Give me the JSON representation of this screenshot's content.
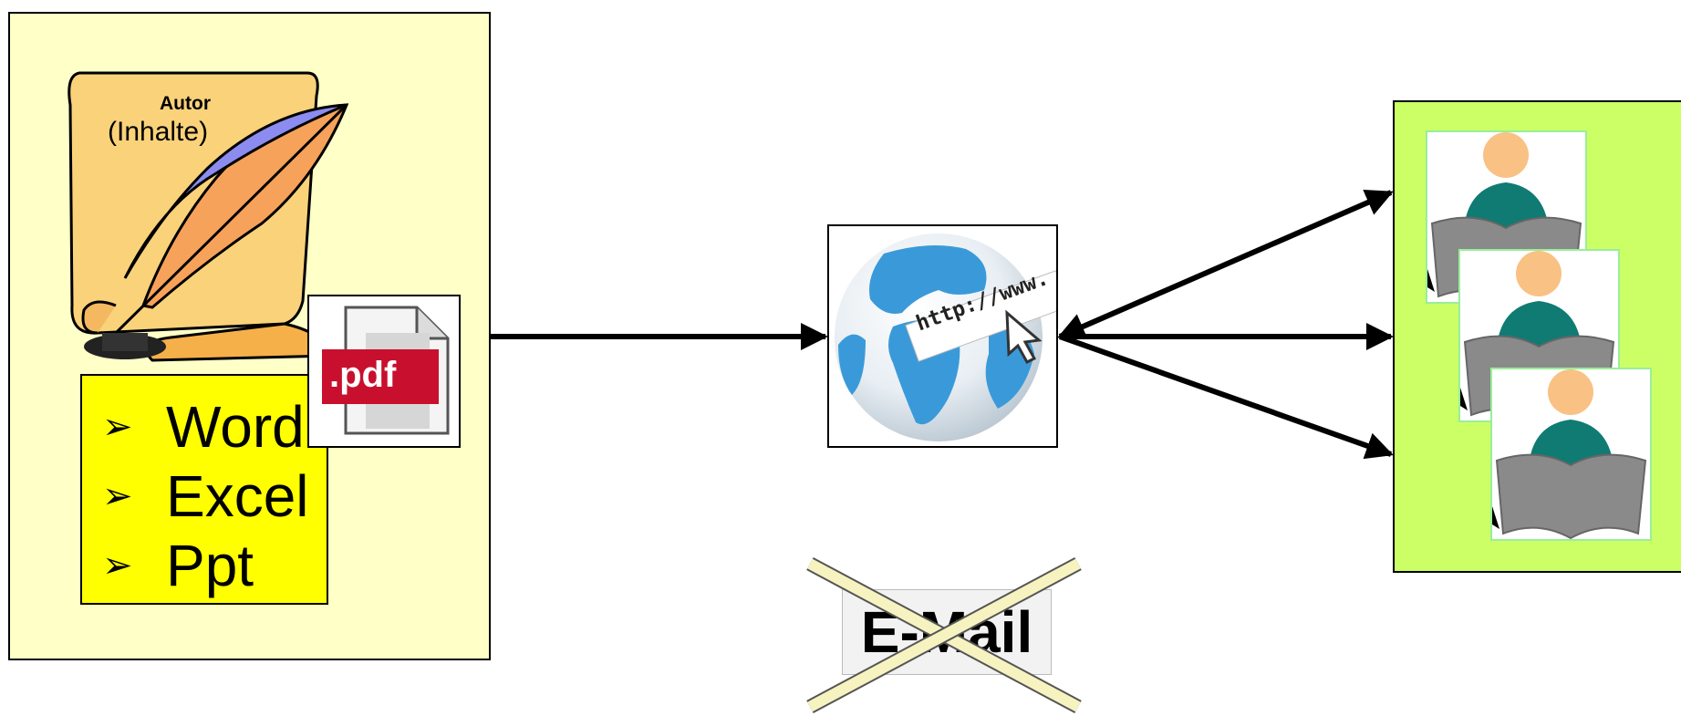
{
  "author": {
    "title": "Autor",
    "subtitle": "(Inhalte)",
    "formats": [
      "Word",
      "Excel",
      "Ppt"
    ],
    "format_bullet": "➢"
  },
  "pdf": {
    "label": ".pdf"
  },
  "web": {
    "url_text": "http://www."
  },
  "email": {
    "label": "E-Mail",
    "crossed_out": true
  },
  "readers": {
    "count": 3
  },
  "colors": {
    "author_panel": "#ffffc8",
    "formats_box": "#ffff00",
    "readers_panel": "#ccff66",
    "pdf_red": "#c8102e",
    "cross": "#f7f3c0",
    "globe_blue": "#3a9ad9",
    "reader_teal": "#0f7b73",
    "reader_face": "#f9c184",
    "book_gray": "#8a8a8a"
  },
  "icons": [
    "scroll-with-quill-icon",
    "pdf-file-icon",
    "globe-url-icon",
    "reader-icon"
  ]
}
